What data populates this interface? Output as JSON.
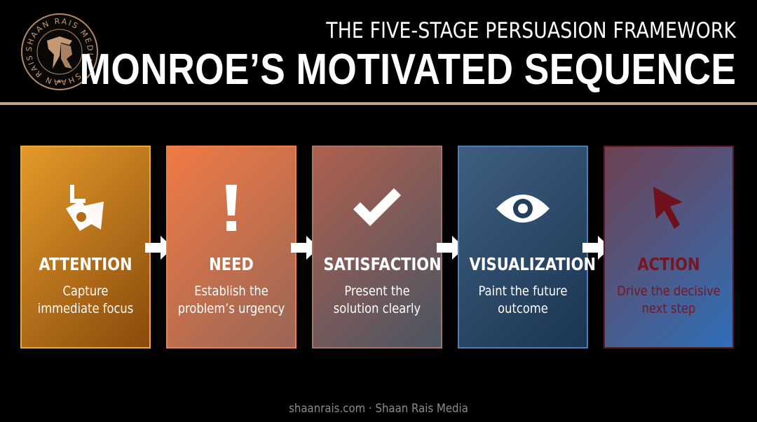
{
  "header": {
    "subtitle": "THE FIVE-STAGE PERSUASION FRAMEWORK",
    "title": "MONROE’S MOTIVATED SEQUENCE"
  },
  "logo": {
    "ring_text": "SHAAN RAIS MEDIA",
    "monogram": "SR",
    "color": "#b08a68"
  },
  "accent_color": "#c8a27a",
  "stages": [
    {
      "label": "ATTENTION",
      "desc_line1": "Capture",
      "desc_line2": "immediate focus",
      "icon": "spotlight-icon",
      "gradient_from": "#e39a2a",
      "gradient_to": "#8a4a0c",
      "border": "#f0a830",
      "label_color": "#ffffff",
      "desc_color": "#ffffff",
      "icon_color": "#ffffff"
    },
    {
      "label": "NEED",
      "desc_line1": "Establish the",
      "desc_line2": "problem’s urgency",
      "icon": "exclamation-icon",
      "gradient_from": "#f07a44",
      "gradient_to": "#9a6656",
      "border": "#f07e46",
      "label_color": "#ffffff",
      "desc_color": "#ffffff",
      "icon_color": "#ffffff"
    },
    {
      "label": "SATISFACTION",
      "desc_line1": "Present the",
      "desc_line2": "solution clearly",
      "icon": "checkmark-icon",
      "gradient_from": "#b0604f",
      "gradient_to": "#4a5563",
      "border": "#a4736a",
      "label_color": "#ffffff",
      "desc_color": "#ffffff",
      "icon_color": "#ffffff"
    },
    {
      "label": "VISUALIZATION",
      "desc_line1": "Paint the future",
      "desc_line2": "outcome",
      "icon": "eye-icon",
      "gradient_from": "#3e5f80",
      "gradient_to": "#1b3553",
      "border": "#4a7eb6",
      "label_color": "#ffffff",
      "desc_color": "#ffffff",
      "icon_color": "#ffffff"
    },
    {
      "label": "ACTION",
      "desc_line1": "Drive the decisive",
      "desc_line2": "next step",
      "icon": "cursor-icon",
      "gradient_from": "#6f4151",
      "gradient_to": "#2f6fb8",
      "border": "#5a1822",
      "label_color": "#7a1420",
      "desc_color": "#7a1420",
      "icon_color": "#6e111c"
    }
  ],
  "footer": {
    "text": "shaanrais.com · Shaan Rais Media"
  }
}
